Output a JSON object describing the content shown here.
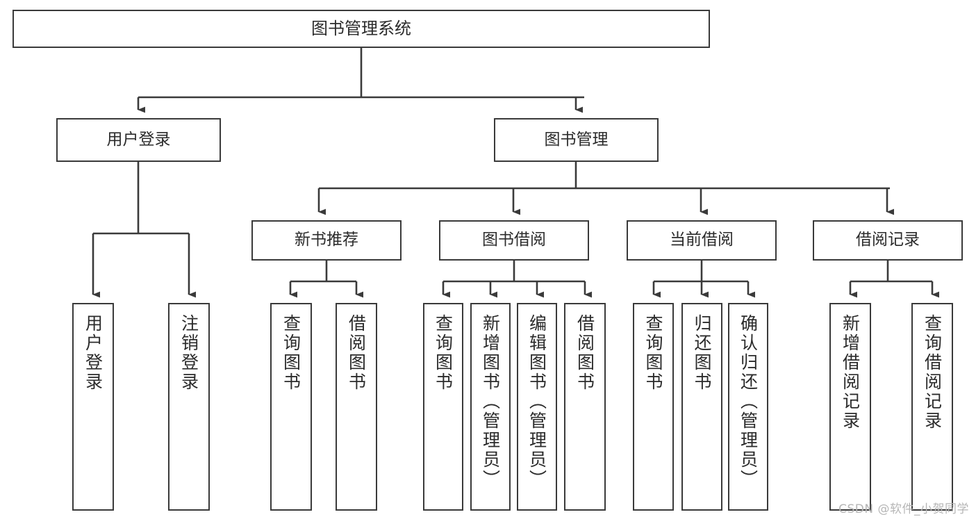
{
  "diagram": {
    "title": "图书管理系统",
    "type": "tree-hierarchy",
    "watermark": "CSDN @软件_小贺同学",
    "stroke_color": "#3a3a3a",
    "text_color": "#2b2b2b",
    "background": "#ffffff"
  },
  "nodes": {
    "root": {
      "label": "图书管理系统"
    },
    "level2": [
      {
        "label": "用户登录"
      },
      {
        "label": "图书管理"
      }
    ],
    "level3": [
      {
        "label": "新书推荐"
      },
      {
        "label": "图书借阅"
      },
      {
        "label": "当前借阅"
      },
      {
        "label": "借阅记录"
      }
    ],
    "leaves": {
      "user_login": [
        {
          "label": "用户登录"
        },
        {
          "label": "注销登录"
        }
      ],
      "new_book": [
        {
          "label": "查询图书"
        },
        {
          "label": "借阅图书"
        }
      ],
      "book_borrow": [
        {
          "label": "查询图书"
        },
        {
          "label": "新增图书（管理员）"
        },
        {
          "label": "编辑图书（管理员）"
        },
        {
          "label": "借阅图书"
        }
      ],
      "current_borrow": [
        {
          "label": "查询图书"
        },
        {
          "label": "归还图书"
        },
        {
          "label": "确认归还（管理员）"
        }
      ],
      "borrow_record": [
        {
          "label": "新增借阅记录"
        },
        {
          "label": "查询借阅记录"
        }
      ]
    }
  }
}
